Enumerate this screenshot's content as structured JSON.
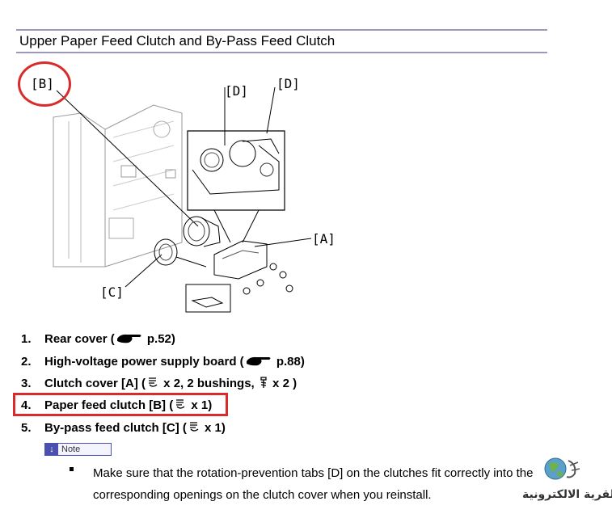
{
  "header": {
    "title": "Upper Paper Feed Clutch and By-Pass Feed Clutch"
  },
  "figure": {
    "labels": {
      "b": "[B]",
      "d1": "[D]",
      "d2": "[D]",
      "a": "[A]",
      "c": "[C]"
    }
  },
  "steps": [
    {
      "num": "1.",
      "text_a": "Rear cover (",
      "icon": "pointing-hand-icon",
      "text_b": " p.52)"
    },
    {
      "num": "2.",
      "text_a": "High-voltage power supply board (",
      "icon": "pointing-hand-icon",
      "text_b": " p.88)"
    },
    {
      "num": "3.",
      "text_a": "Clutch cover [A] (",
      "icon": "e-ring-icon",
      "text_b": " x 2, 2 bushings, ",
      "icon2": "screw-icon",
      "text_c": " x 2 )"
    },
    {
      "num": "4.",
      "text_a": "Paper feed clutch [B] (",
      "icon": "e-ring-icon",
      "text_b": " x 1)"
    },
    {
      "num": "5.",
      "text_a": "By-pass feed clutch [C] (",
      "icon": "e-ring-icon",
      "text_b": " x 1)"
    }
  ],
  "note": {
    "badge_label": "Note",
    "text": "Make sure that the rotation-prevention tabs [D] on the clutches fit correctly into the corresponding openings on the clutch cover when you reinstall."
  },
  "watermark": {
    "text": "القرية الالكترونية"
  },
  "colors": {
    "rule": "#9a9ab8",
    "highlight": "#d92b2b",
    "note_accent": "#4a4fb0"
  }
}
